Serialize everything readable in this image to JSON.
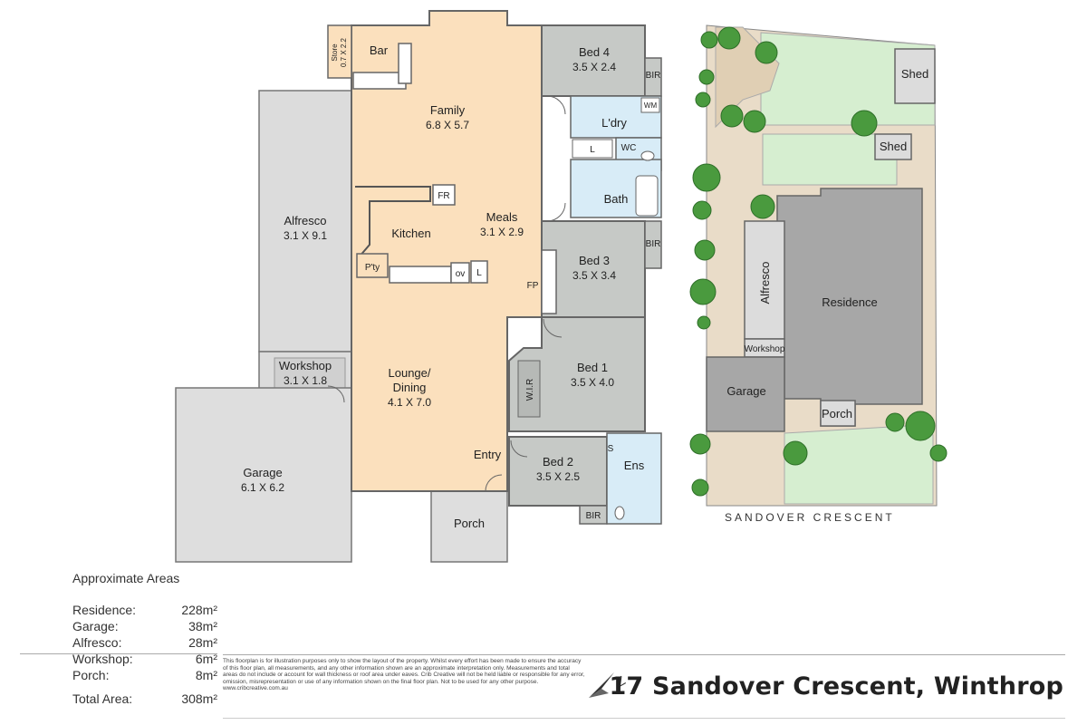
{
  "floorplan": {
    "rooms": {
      "bar": {
        "name": "Bar"
      },
      "store": {
        "name": "Store",
        "dim": "0.7 X 2.2"
      },
      "family": {
        "name": "Family",
        "dim": "6.8 X 5.7"
      },
      "bed4": {
        "name": "Bed 4",
        "dim": "3.5 X 2.4"
      },
      "bir4": {
        "name": "BIR"
      },
      "laundry": {
        "name": "L'dry"
      },
      "wm": {
        "name": "WM"
      },
      "l1": {
        "name": "L"
      },
      "wc": {
        "name": "WC"
      },
      "bath": {
        "name": "Bath"
      },
      "fr": {
        "name": "FR"
      },
      "alfresco": {
        "name": "Alfresco",
        "dim": "3.1 X 9.1"
      },
      "kitchen": {
        "name": "Kitchen"
      },
      "meals": {
        "name": "Meals",
        "dim": "3.1 X 2.9"
      },
      "bed3": {
        "name": "Bed 3",
        "dim": "3.5 X 3.4"
      },
      "bir3": {
        "name": "BIR"
      },
      "pantry": {
        "name": "P'ty"
      },
      "ov": {
        "name": "ov"
      },
      "l2": {
        "name": "L"
      },
      "fp": {
        "name": "FP"
      },
      "workshop": {
        "name": "Workshop",
        "dim": "3.1 X 1.8"
      },
      "lounge": {
        "name": "Lounge/",
        "name2": "Dining",
        "dim": "4.1 X 7.0"
      },
      "bed1": {
        "name": "Bed 1",
        "dim": "3.5 X 4.0"
      },
      "wir": {
        "name": "W.I.R"
      },
      "garage": {
        "name": "Garage",
        "dim": "6.1 X 6.2"
      },
      "entry": {
        "name": "Entry"
      },
      "bed2": {
        "name": "Bed 2",
        "dim": "3.5 X 2.5"
      },
      "s": {
        "name": "S"
      },
      "ens": {
        "name": "Ens"
      },
      "bir2": {
        "name": "BIR"
      },
      "porch": {
        "name": "Porch"
      }
    }
  },
  "siteplan": {
    "shed1": "Shed",
    "shed2": "Shed",
    "alfresco": "Alfresco",
    "residence": "Residence",
    "workshop": "Workshop",
    "garage": "Garage",
    "porch": "Porch",
    "street": "SANDOVER CRESCENT"
  },
  "areas": {
    "title": "Approximate Areas",
    "rows": [
      {
        "label": "Residence:",
        "value": "228m²"
      },
      {
        "label": "Garage:",
        "value": "38m²"
      },
      {
        "label": "Alfresco:",
        "value": "28m²"
      },
      {
        "label": "Workshop:",
        "value": "6m²"
      },
      {
        "label": "Porch:",
        "value": "8m²"
      }
    ],
    "total_label": "Total Area:",
    "total_value": "308m²"
  },
  "disclaimer": "This floorplan is for illustration purposes only to show the layout of the property. Whilst every effort has been made to ensure the accuracy of this floor plan, all measurements, and any other information shown are an approximate interpretation only. Measurements and total areas do not include or account for wall thickness or roof area under eaves. Crib Creative will not be held liable or responsible for any error, omission, misrepresentation or use of any information shown on the final floor plan. Not to be used for any other purpose.",
  "website": "www.cribcreative.com.au",
  "address": "17 Sandover Crescent, Winthrop",
  "colors": {
    "living": "#fbe0bd",
    "bedroom": "#c4c7c4",
    "wet": "#d8ecf7",
    "outdoor": "#dedede",
    "lawn": "#d6eed0",
    "tree": "#4a9a3e"
  }
}
